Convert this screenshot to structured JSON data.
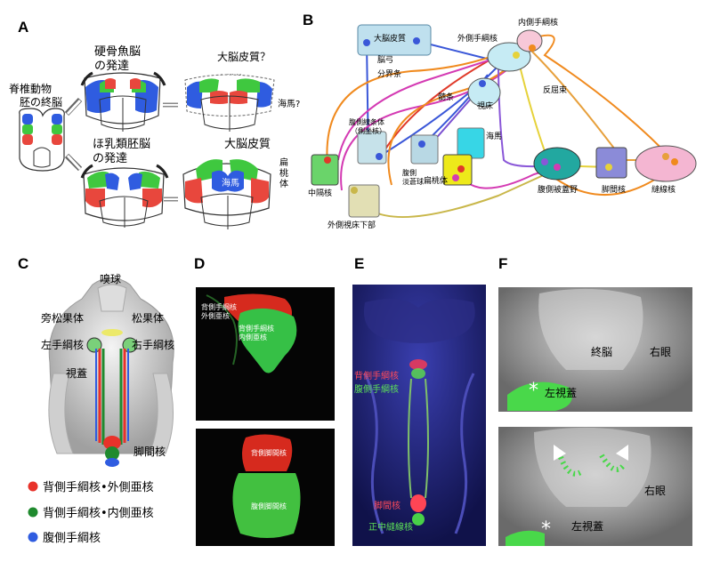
{
  "panels": {
    "a": {
      "label": "A",
      "vertebrate": "脊椎動物\n胚の終脳",
      "teleost": "硬骨魚脳\nの発達",
      "mammal": "ほ乳類胚脳\nの発達",
      "cortex_q": "大脳皮質？",
      "amygdala_q": "扁桃体?",
      "hippo_q": "海馬?",
      "cortex": "大脳皮質",
      "hippo": "海馬",
      "amygdala": "扁\n桃\n体"
    },
    "b": {
      "label": "B",
      "nodes": {
        "cortex": "大脳皮質",
        "lhab": "外側手綱核",
        "mhab": "内側手綱核",
        "fornix": "脳弓",
        "stria": "分界条",
        "medulla": "髄条",
        "striatum": "腹側線条体\n（側坐核）",
        "vta": "腹側\n淡蒼球",
        "thal": "視床",
        "fr": "反屈束",
        "hippo": "海馬",
        "septum": "中隔核",
        "amyg": "扁桃体",
        "lhyp": "外側視床下部",
        "vteg": "腹側被蓋野",
        "ipn": "脚間核",
        "raphe": "縫線核"
      }
    },
    "c": {
      "label": "C",
      "olf": "嗅球",
      "parapineal": "旁松果体",
      "pineal": "松果体",
      "lhab": "左手綱核",
      "rhab": "右手綱核",
      "tectum": "視蓋",
      "ipn": "脚間核",
      "legend": [
        {
          "text": "背側手綱核•外側亜核",
          "color": "#e8322a"
        },
        {
          "text": "背側手綱核•内側亜核",
          "color": "#1f8a2e"
        },
        {
          "text": "腹側手綱核",
          "color": "#2f5ce0"
        }
      ]
    },
    "d": {
      "label": "D",
      "t1": "背側手綱核\n外側亜核",
      "t2": "背側手綱核\n内側亜核",
      "t3": "背側脚間核",
      "t4": "腹側脚間核"
    },
    "e": {
      "label": "E",
      "dhab": "背側手綱核",
      "vhab": "腹側手綱核",
      "ipn": "脚間核",
      "raphe": "正中縫線核"
    },
    "f": {
      "label": "F",
      "telen": "終脳",
      "reye": "右眼",
      "ltectum": "左視蓋",
      "reye2": "右眼",
      "ltectum2": "左視蓋"
    }
  }
}
